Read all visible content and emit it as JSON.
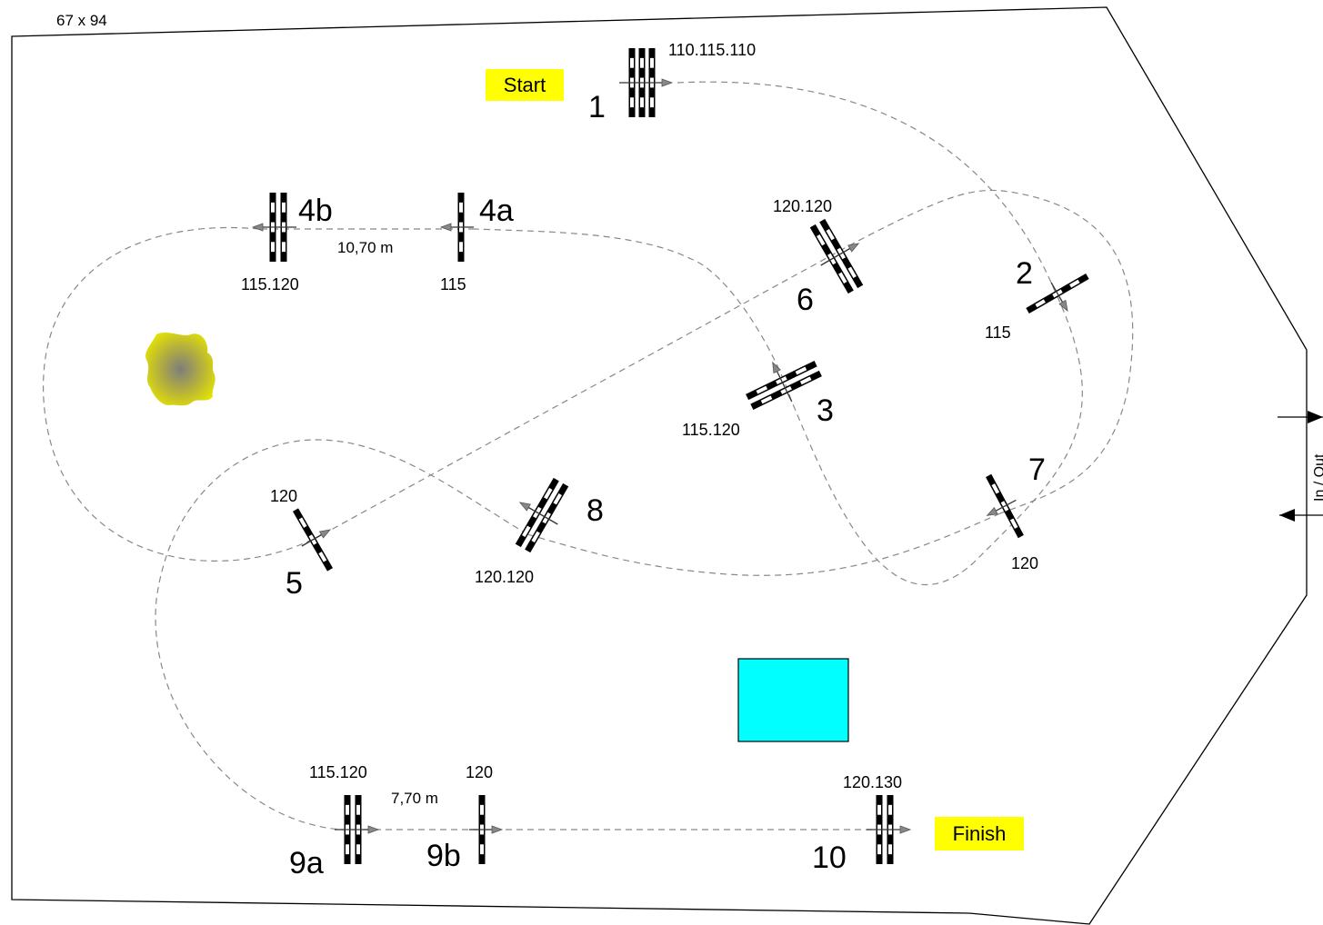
{
  "arena": {
    "dimensions": "67 x 94",
    "in_out_label": "In / Out"
  },
  "labels": {
    "start": "Start",
    "finish": "Finish"
  },
  "colors": {
    "banner": "#ffff00",
    "water": "#00ffff",
    "tree": "#e6e600",
    "route": "#888888",
    "pole": "#000000"
  },
  "obstacles": [
    {
      "id": "1",
      "number": "1",
      "heights": "110.115.110",
      "type": "triple"
    },
    {
      "id": "2",
      "number": "2",
      "heights": "115",
      "type": "vertical"
    },
    {
      "id": "3",
      "number": "3",
      "heights": "115.120",
      "type": "oxer"
    },
    {
      "id": "4a",
      "number": "4a",
      "heights": "115",
      "type": "vertical"
    },
    {
      "id": "4b",
      "number": "4b",
      "heights": "115.120",
      "type": "oxer"
    },
    {
      "id": "5",
      "number": "5",
      "heights": "120",
      "type": "vertical"
    },
    {
      "id": "6",
      "number": "6",
      "heights": "120.120",
      "type": "oxer"
    },
    {
      "id": "7",
      "number": "7",
      "heights": "120",
      "type": "vertical"
    },
    {
      "id": "8",
      "number": "8",
      "heights": "120.120",
      "type": "oxer"
    },
    {
      "id": "9a",
      "number": "9a",
      "heights": "115.120",
      "type": "oxer"
    },
    {
      "id": "9b",
      "number": "9b",
      "heights": "120",
      "type": "vertical"
    },
    {
      "id": "10",
      "number": "10",
      "heights": "120.130",
      "type": "oxer"
    }
  ],
  "distances": [
    {
      "between": "4a-4b",
      "text": "10,70 m"
    },
    {
      "between": "9a-9b",
      "text": "7,70 m"
    }
  ]
}
